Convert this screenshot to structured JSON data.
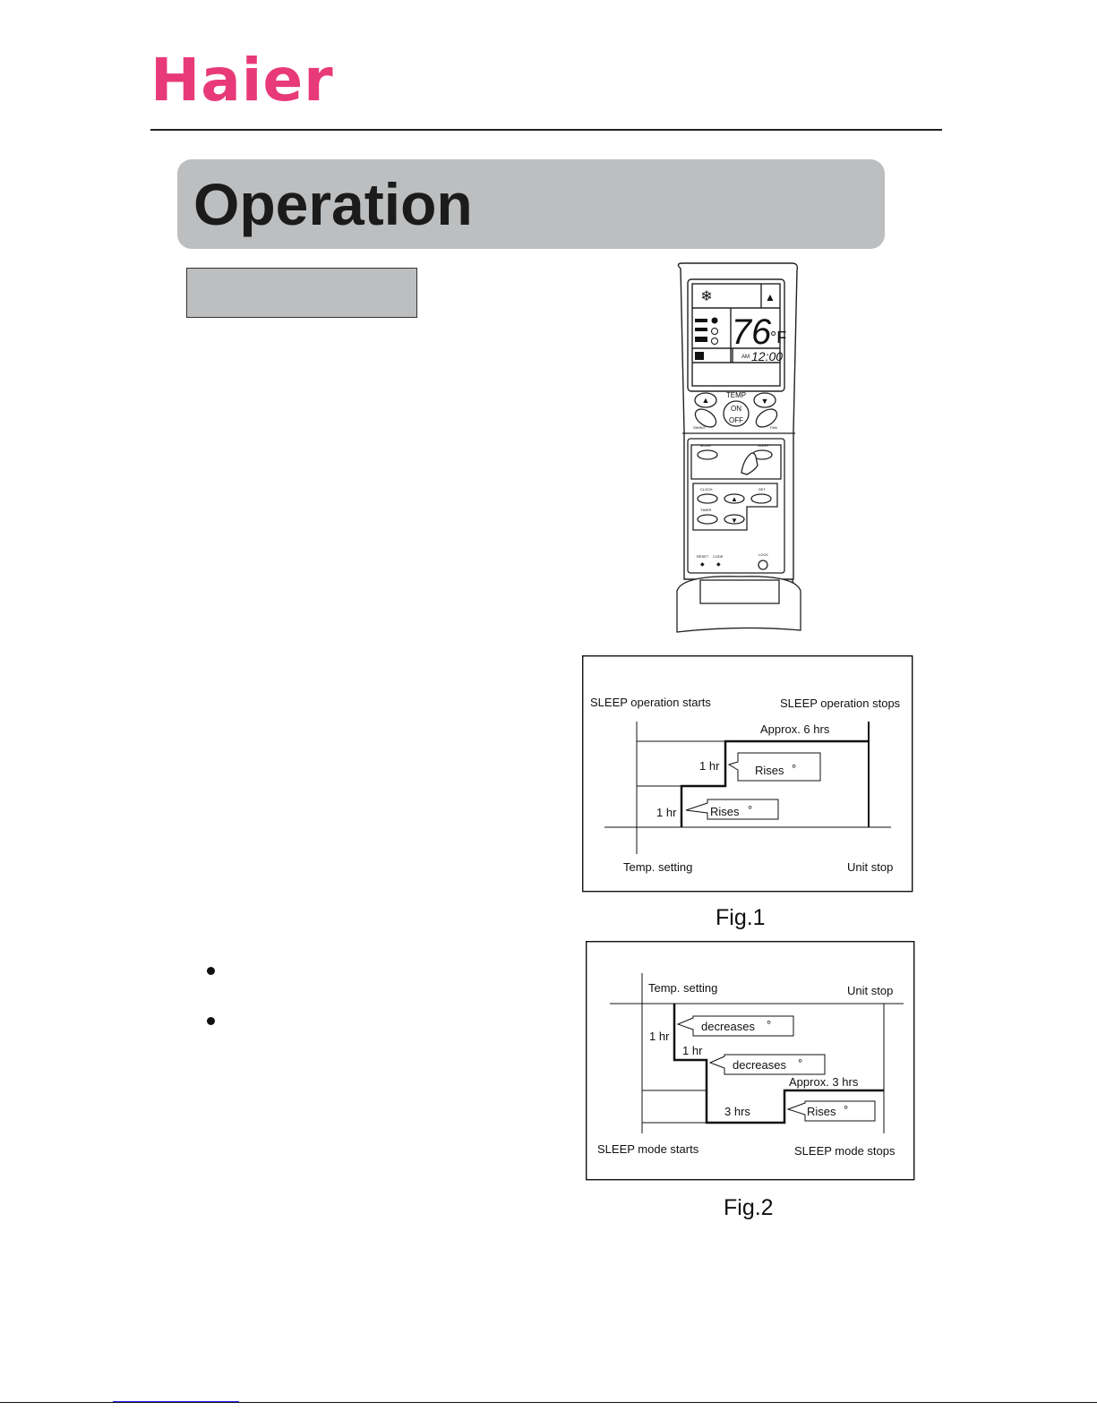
{
  "brand": {
    "name": "Haier",
    "color": "#e83a78"
  },
  "page": {
    "title": "Operation"
  },
  "remote": {
    "display": {
      "temperature": "76",
      "unit": "°F",
      "time": "12:00",
      "am": "AM"
    },
    "buttons": {
      "temp": "TEMP",
      "on": "ON",
      "off": "OFF",
      "swing": "SWING",
      "fan": "FAN",
      "mode": "MODE",
      "sleep": "SLEEP",
      "clock": "CLOCK",
      "set": "SET",
      "timer": "TIMER",
      "reset": "RESET",
      "code": "CODE",
      "lock": "LOCK"
    }
  },
  "fig1": {
    "caption": "Fig.1",
    "labels": {
      "start": "SLEEP operation starts",
      "stop": "SLEEP operation stops",
      "duration": "Approx. 6 hrs",
      "step_upper": "1 hr",
      "step_lower": "1 hr",
      "note_upper": "Rises",
      "note_lower": "Rises",
      "degree": "°",
      "temp_setting": "Temp. setting",
      "unit_stop": "Unit stop"
    }
  },
  "fig2": {
    "caption": "Fig.2",
    "labels": {
      "temp_setting": "Temp. setting",
      "unit_stop": "Unit stop",
      "step1": "1 hr",
      "step2": "1 hr",
      "note1": "decreases",
      "note2": "decreases",
      "duration": "Approx. 3 hrs",
      "step3": "3 hrs",
      "note3": "Rises",
      "degree": "°",
      "start": "SLEEP mode starts",
      "stop": "SLEEP mode stops"
    }
  }
}
